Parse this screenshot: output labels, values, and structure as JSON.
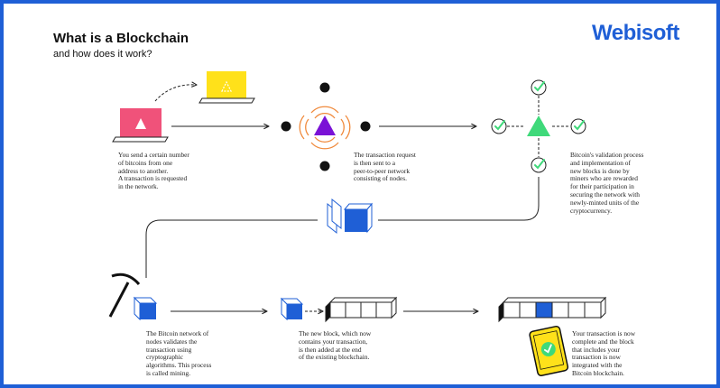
{
  "header": {
    "title": "What is a Blockchain",
    "subtitle": "and how does it work?",
    "brand": "Webisoft"
  },
  "steps": [
    {
      "id": "send",
      "text": [
        "You send a certain number",
        "of bitcoins from one",
        "address to another.",
        "A transaction is requested",
        "in the network."
      ]
    },
    {
      "id": "p2p",
      "text": [
        "The transaction request",
        "is then sent to a",
        "peer-to-peer network",
        "consisting of nodes."
      ]
    },
    {
      "id": "validate",
      "text": [
        "Bitcoin's validation process",
        "and implementation of",
        "new blocks is done by",
        "miners who are rewarded",
        "for their participation in",
        "securing the network with",
        "newly-minted units of the",
        "cryptocurrency."
      ]
    },
    {
      "id": "mining",
      "text": [
        "The Bitcoin network of",
        "nodes validates the",
        "transaction using",
        "cryptographic",
        "algorithms. This process",
        "is called mining."
      ]
    },
    {
      "id": "added",
      "text": [
        "The new block, which now",
        "contains your transaction,",
        "is then added at the end",
        "of the existing blockchain."
      ]
    },
    {
      "id": "complete",
      "text": [
        "Your transaction is now",
        "complete and the block",
        "that includes your",
        "transaction is now",
        "integrated with the",
        "Bitcoin blockchain."
      ]
    }
  ],
  "colors": {
    "border": "#1f5fd6",
    "brand": "#1f5fd6",
    "laptop_pink": "#f0527a",
    "laptop_yellow": "#ffe11a",
    "node_triangle": "#7a12d6",
    "signal": "#f08a3c",
    "validated_triangle": "#3fd97a",
    "check": "#3fd97a",
    "block_blue": "#1f5fd6",
    "phone_yellow": "#ffe11a"
  },
  "icons": [
    "laptop-icon",
    "node-triangle-icon",
    "check-icon",
    "cube-icon",
    "pickaxe-icon",
    "phone-icon"
  ]
}
